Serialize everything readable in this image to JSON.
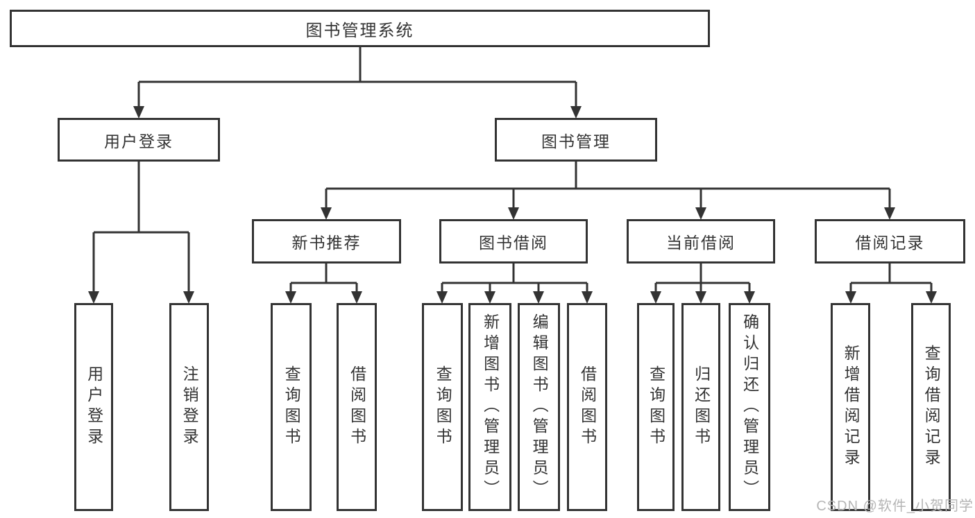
{
  "colors": {
    "line": "#333333",
    "text": "#333333",
    "background": "#ffffff",
    "watermark_gray": "#b5b5b5"
  },
  "diagram": {
    "type": "hierarchy-tree",
    "root": "图书管理系统",
    "user_login": {
      "label": "用户登录",
      "children": [
        "用户登录",
        "注销登录"
      ]
    },
    "book_mgmt": {
      "label": "图书管理"
    },
    "new_book_rec": {
      "label": "新书推荐",
      "children": [
        "查询图书",
        "借阅图书"
      ]
    },
    "book_borrow": {
      "label": "图书借阅",
      "children": [
        "查询图书",
        "新增图书（管理员）",
        "编辑图书（管理员）",
        "借阅图书"
      ]
    },
    "current_borrow": {
      "label": "当前借阅",
      "children": [
        "查询图书",
        "归还图书",
        "确认归还（管理员）"
      ]
    },
    "borrow_record": {
      "label": "借阅记录",
      "children": [
        "新增借阅记录",
        "查询借阅记录"
      ]
    }
  },
  "watermark": "CSDN @软件_小贺同学"
}
